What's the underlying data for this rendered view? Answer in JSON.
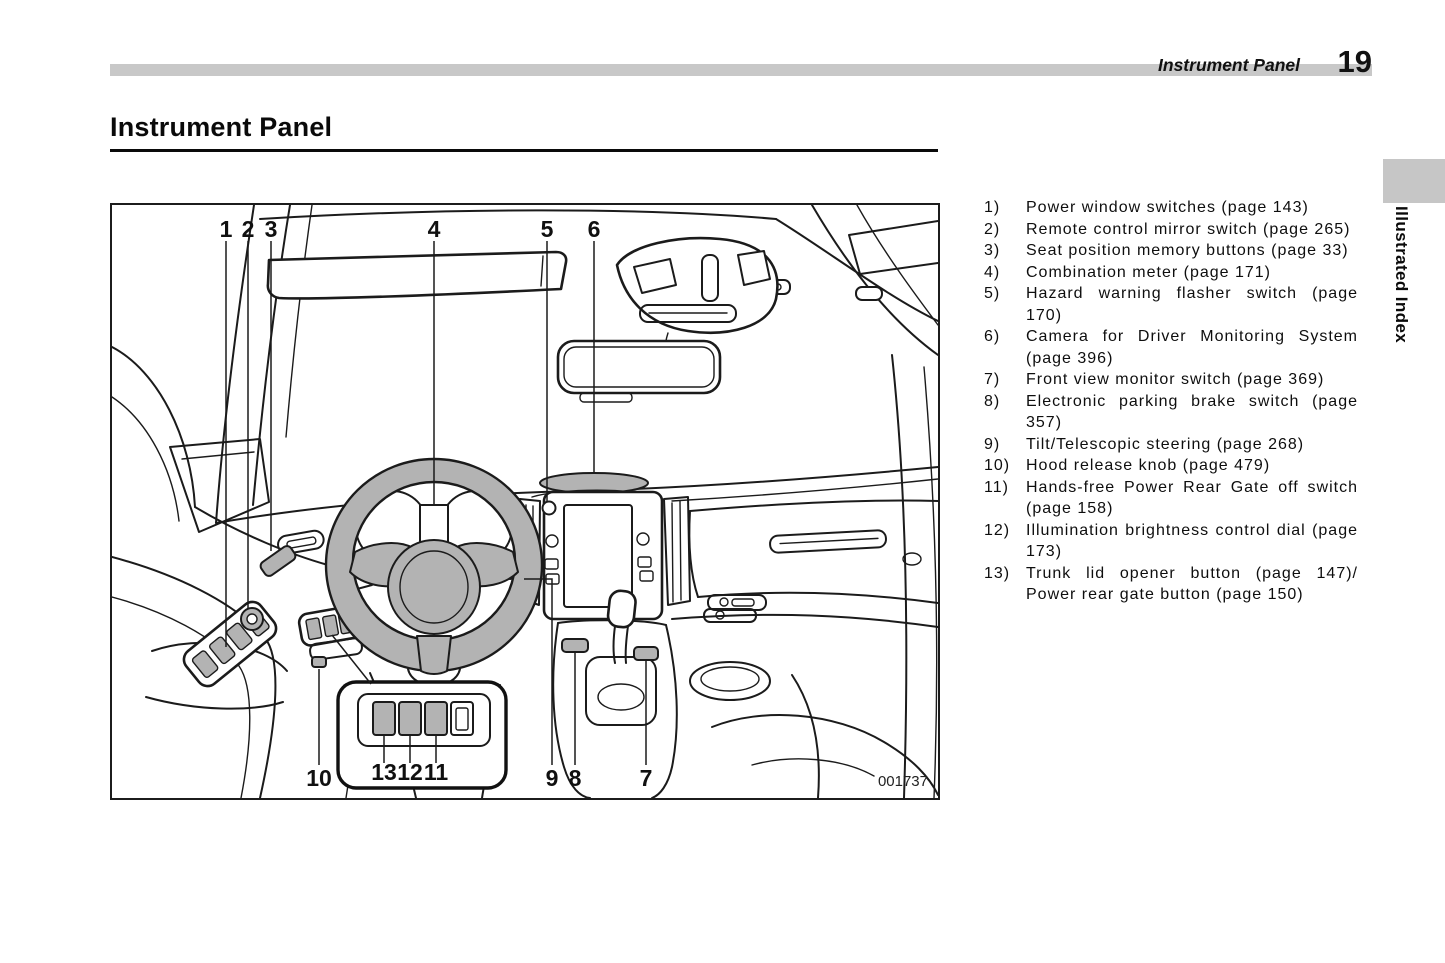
{
  "page": {
    "running_header": {
      "section": "Instrument Panel",
      "page_number": "19"
    },
    "title": "Instrument Panel",
    "side_tab_label": "Illustrated Index",
    "figure_code": "001737"
  },
  "figure": {
    "callouts": {
      "c1": "1",
      "c2": "2",
      "c3": "3",
      "c4": "4",
      "c5": "5",
      "c6": "6",
      "c7": "7",
      "c8": "8",
      "c9": "9",
      "c10": "10",
      "c11": "11",
      "c12": "12",
      "c13": "13"
    }
  },
  "legend": {
    "items": [
      {
        "num": "1)",
        "text": "Power window switches (page 143)"
      },
      {
        "num": "2)",
        "text": "Remote control mirror switch (page 265)"
      },
      {
        "num": "3)",
        "text": "Seat position memory buttons (page 33)"
      },
      {
        "num": "4)",
        "text": "Combination meter (page 171)"
      },
      {
        "num": "5)",
        "text": "Hazard warning flasher switch (page 170)"
      },
      {
        "num": "6)",
        "text": "Camera for Driver Monitoring System (page 396)"
      },
      {
        "num": "7)",
        "text": "Front view monitor switch (page 369)"
      },
      {
        "num": "8)",
        "text": "Electronic parking brake switch (page 357)"
      },
      {
        "num": "9)",
        "text": "Tilt/Telescopic steering (page 268)"
      },
      {
        "num": "10)",
        "text": "Hood release knob (page 479)"
      },
      {
        "num": "11)",
        "text": "Hands-free Power Rear Gate off switch (page 158)"
      },
      {
        "num": "12)",
        "text": "Illumination brightness control dial (page 173)"
      },
      {
        "num": "13)",
        "text": "Trunk lid opener button (page 147)/ Power rear gate button (page 150)"
      }
    ]
  }
}
